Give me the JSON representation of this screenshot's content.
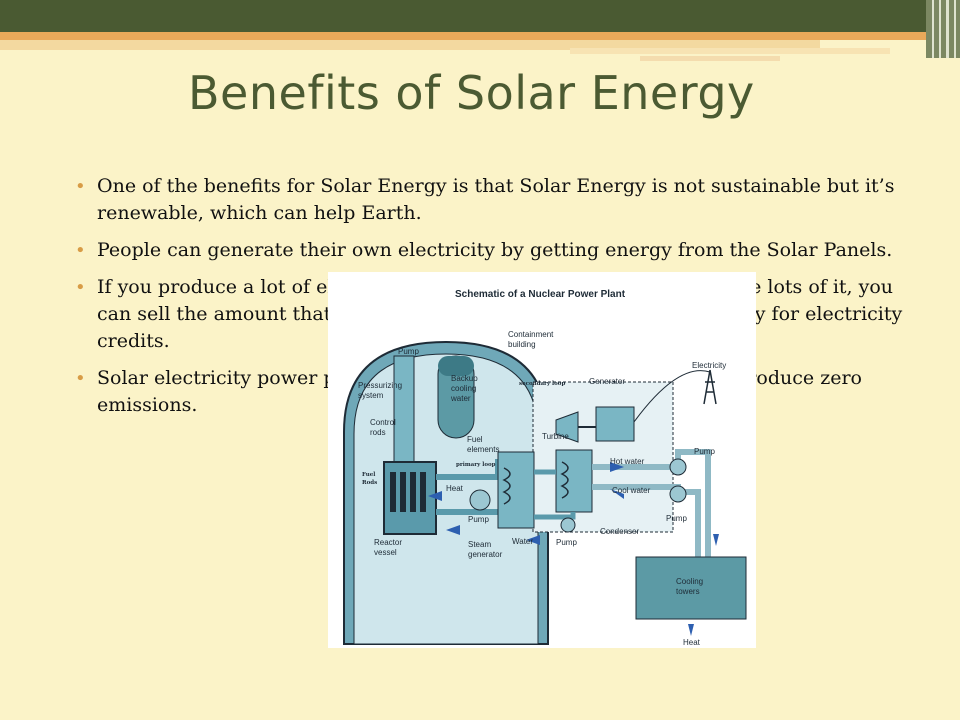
{
  "slide": {
    "title": "Benefits of Solar Energy",
    "bullets": [
      "One of the benefits for Solar Energy is that Solar Energy is not sustainable but it’s renewable, which can help Earth.",
      "People can generate their own electricity by getting energy from the Solar Panels.",
      "If you produce a lot of electricity from the Solar Panels and you have lots of it, you can sell the amount that you don’t need back to the electric company for electricity credits.",
      "Solar electricity power plants don’t produce any air pollution and produce zero emissions."
    ]
  },
  "diagram": {
    "title": "Schematic of a Nuclear Power Plant",
    "labels": {
      "pump_top": "Pump",
      "pressurizing_1": "Pressurizing",
      "pressurizing_2": "system",
      "containment_1": "Containment",
      "containment_2": "building",
      "backup_1": "Backup",
      "backup_2": "cooling",
      "backup_3": "water",
      "secondary_loop": "secondary loop",
      "generator": "Generator",
      "electricity": "Electricity",
      "control_1": "Control",
      "control_2": "rods",
      "fuel_1": "Fuel",
      "fuel_2": "elements",
      "primary_loop": "primary loop",
      "turbine": "Turbine",
      "hot_water": "Hot water",
      "pump_right_1": "Pump",
      "fuel_rods_1": "Fuel",
      "fuel_rods_2": "Rods",
      "heat_mid": "Heat",
      "cool_water": "Cool water",
      "pump_mid": "Pump",
      "pump_right_2": "Pump",
      "condenser": "Condenser",
      "reactor_1": "Reactor",
      "reactor_2": "vessel",
      "steam_1": "Steam",
      "steam_2": "generator",
      "water": "Water",
      "pump_bottom": "Pump",
      "cooling_1": "Cooling",
      "cooling_2": "towers",
      "heat_bottom": "Heat"
    }
  },
  "colors": {
    "background": "#fbf3c8",
    "title": "#4b5a32",
    "bullet": "#d89c46",
    "top_band": "#4a5a32",
    "accent_band": "#e9a95a"
  }
}
